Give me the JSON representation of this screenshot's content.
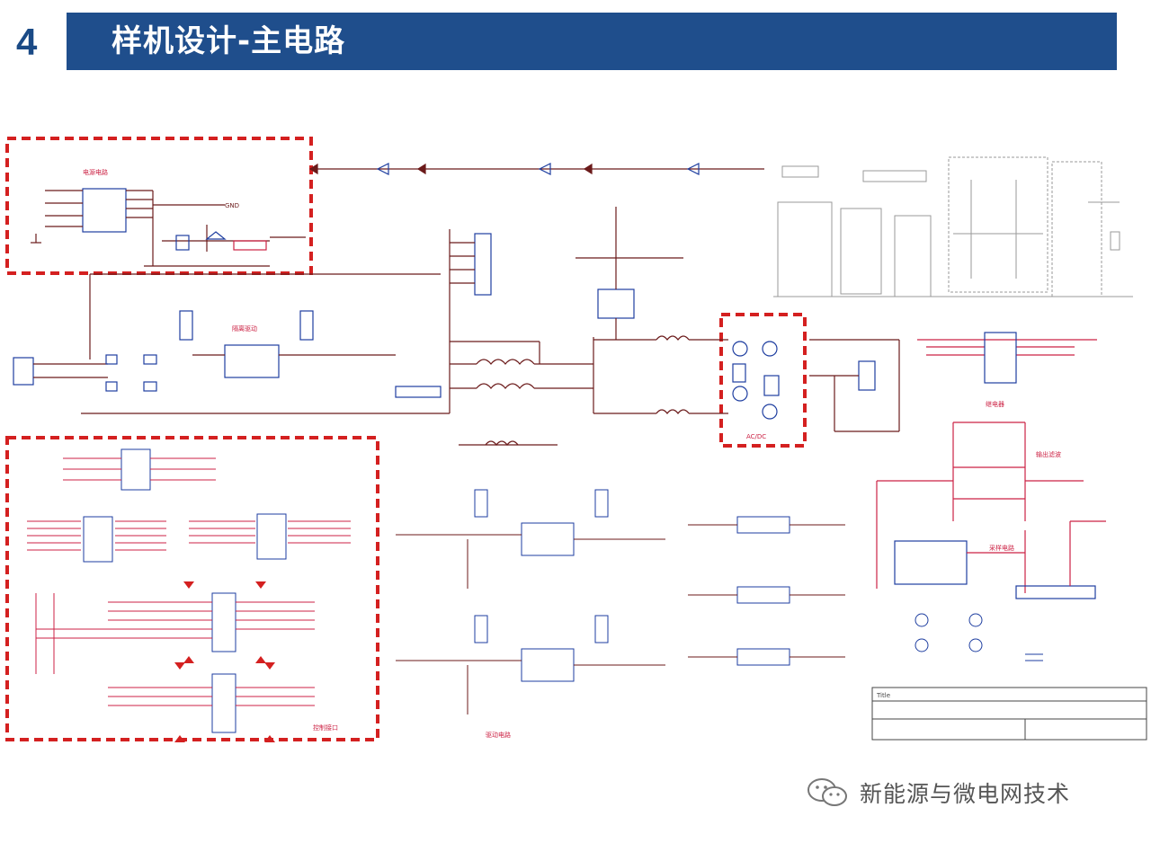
{
  "slide": {
    "number": "4",
    "title": "样机设计-主电路",
    "watermark": "新能源与微电网技术"
  },
  "colors": {
    "title_bar": "#1f4e8c",
    "number": "#1a4a86",
    "highlight_box": "#d42020",
    "wire_dark": "#6b1a1a",
    "wire_red": "#cc2244",
    "component_blue": "#1e3ea0",
    "wire_grey": "#9a9a9a"
  },
  "diagram_labels": {
    "power_block": "电源电路",
    "isolation_label": "隔离驱动",
    "acdc": "AC/DC",
    "output_filter": "输出滤波",
    "sense": "采样电路",
    "relay": "继电器",
    "control": "控制接口",
    "drive_bottom": "驱动电路",
    "gnd": "GND",
    "title_block": "Title"
  }
}
